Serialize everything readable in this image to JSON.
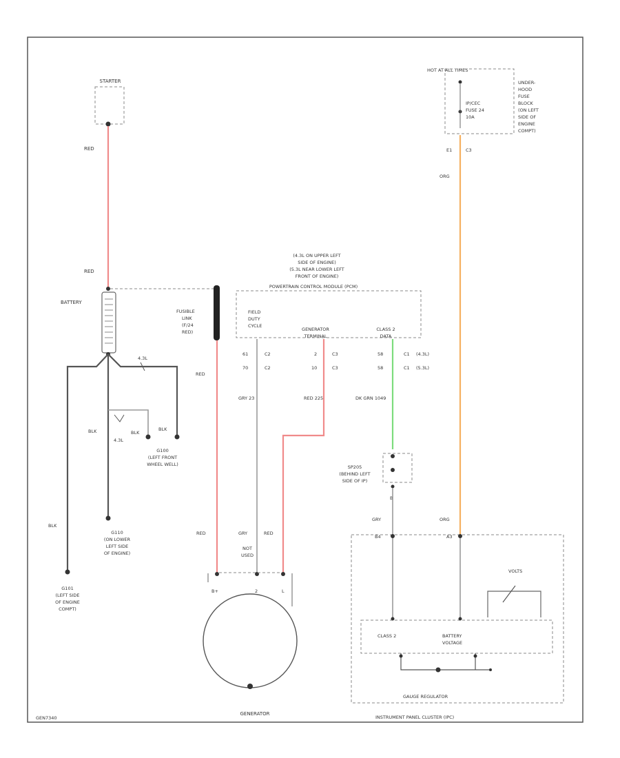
{
  "colors": {
    "red_wire": "#f08a8a",
    "orange_wire": "#f5b060",
    "green_wire": "#7ddc7d",
    "gray_wire": "#aaaaaa",
    "ground_wire": "#555555",
    "border": "#555555"
  },
  "labels": {
    "starter": "STARTER",
    "red_top": "RED",
    "red_mid": "RED",
    "battery": "BATTERY",
    "fusible_link": [
      "FUSIBLE",
      "LINK",
      "(F/24",
      "RED)"
    ],
    "red_left_pcm": "RED",
    "blk_a": "BLK",
    "blk_b": "BLK",
    "blk_c": "BLK",
    "blk_d": "BLK",
    "a3l": "4.3L",
    "g100": [
      "G100",
      "(LEFT FRONT",
      "WHEEL WELL)"
    ],
    "g110": [
      "G110",
      "(ON LOWER",
      "LEFT SIDE",
      "OF ENGINE)"
    ],
    "g101": [
      "G101",
      "(LEFT SIDE",
      "OF ENGINE",
      "COMPT)"
    ],
    "pcm_location": [
      "(4.3L ON UPPER LEFT",
      "SIDE OF ENGINE)",
      "(5.3L NEAR LOWER LEFT",
      "FRONT OF ENGINE)"
    ],
    "pcm_name": "POWERTRAIN CONTROL MODULE (PCM)",
    "field_duty_cycle": [
      "FIELD",
      "DUTY",
      "CYCLE"
    ],
    "generator_terminal": [
      "GENERATOR",
      "TERMINAL"
    ],
    "class2_top": [
      "CLASS 2",
      "DATA"
    ],
    "pin_row1": [
      "61",
      "C2",
      "2",
      "C3",
      "58",
      "C1",
      "(4.3L)"
    ],
    "pin_row2": [
      "70",
      "C2",
      "10",
      "C3",
      "58",
      "C1",
      "(5.3L)"
    ],
    "gry_23": "GRY  23",
    "red_225": "RED  225",
    "dkgrn_wire": "DK GRN  1049",
    "sp205": [
      "SP205",
      "(BEHIND LEFT",
      "SIDE OF IP)"
    ],
    "conn_b": "B",
    "red_gen": "RED",
    "gry_gen": "GRY",
    "red_gen2": "RED",
    "not_used": [
      "NOT",
      "USED"
    ],
    "gen_b_plus": "B+",
    "gen_2": "2",
    "gen_l": "L",
    "generator": "GENERATOR",
    "hot_at_all_times": "HOT AT ALL TIMES",
    "ipc_fuse": [
      "IP/CEC",
      "FUSE 24",
      "10A"
    ],
    "underhood": [
      "UNDER-",
      "HOOD",
      "FUSE",
      "BLOCK",
      "(ON LEFT",
      "SIDE OF",
      "ENGINE",
      "COMPT)"
    ],
    "fuse_pin": [
      "E1",
      "C3"
    ],
    "org_top": "ORG",
    "gry_ipc": "GRY",
    "org_ipc": "ORG",
    "ipc_pin_b4": "B4",
    "ipc_pin_a3": "A3",
    "volts": "VOLTS",
    "class2_ipc": "CLASS 2",
    "battery_voltage": [
      "BATTERY",
      "VOLTAGE"
    ],
    "gauge_regulator": "GAUGE REGULATOR",
    "ipc_name": "INSTRUMENT PANEL CLUSTER (IPC)",
    "diagram_id": "GEN7340"
  }
}
